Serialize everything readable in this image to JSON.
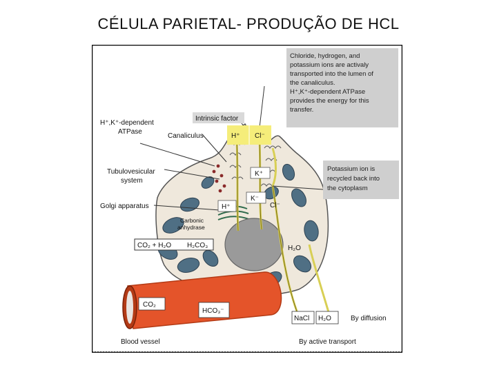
{
  "slide": {
    "title": "CÉLULA PARIETAL- PRODUÇÃO DE HCL"
  },
  "labels": {
    "atpase_line1": "H⁺,K⁺-dependent",
    "atpase_line2": "ATPase",
    "canaliculus": "Canaliculus",
    "intrinsic_factor": "Intrinsic factor",
    "tubulovesicular_line1": "Tubulovesicular",
    "tubulovesicular_line2": "system",
    "golgi": "Golgi apparatus",
    "carbonic_line1": "Carbonic",
    "carbonic_line2": "anhydrase",
    "blood_vessel": "Blood vessel",
    "by_diffusion": "By diffusion",
    "by_active_transport": "By active transport"
  },
  "notes": {
    "top_right": [
      "Chloride, hydrogen, and",
      "potassium ions are activaly",
      "transported into the lumen of",
      "the canaliculus.",
      "H⁺,K⁺-dependent ATPase",
      "provides the energy for this",
      "transfer."
    ],
    "potassium": [
      "Potassium ion is",
      "recycled back into",
      "the cytoplasm"
    ]
  },
  "chem": {
    "h_plus_top": "H⁺",
    "cl_minus_top": "Cl⁻",
    "k_plus": "K⁺",
    "k_minus": "K⁻",
    "h_plus_mid": "H⁺",
    "cl_minus_mid": "Cl⁻",
    "h2o_cell": "H₂O",
    "reaction_co2": "CO₂ + H₂O",
    "reaction_product": "H₂CO₃",
    "co2_vessel": "CO₂",
    "hco3_vessel": "HCO₃⁻",
    "nacl": "NaCl",
    "h2o_box": "H₂O"
  },
  "colors": {
    "cell_fill": "#efe8dc",
    "cell_outline": "#555555",
    "nucleus": "#9a9a9a",
    "mitochondria": "#4f6f84",
    "vessel": "#e4542a",
    "label_box": "#f5ed7a",
    "note_box": "#cfcfcf",
    "arrow_yellow": "#e9e17a"
  }
}
